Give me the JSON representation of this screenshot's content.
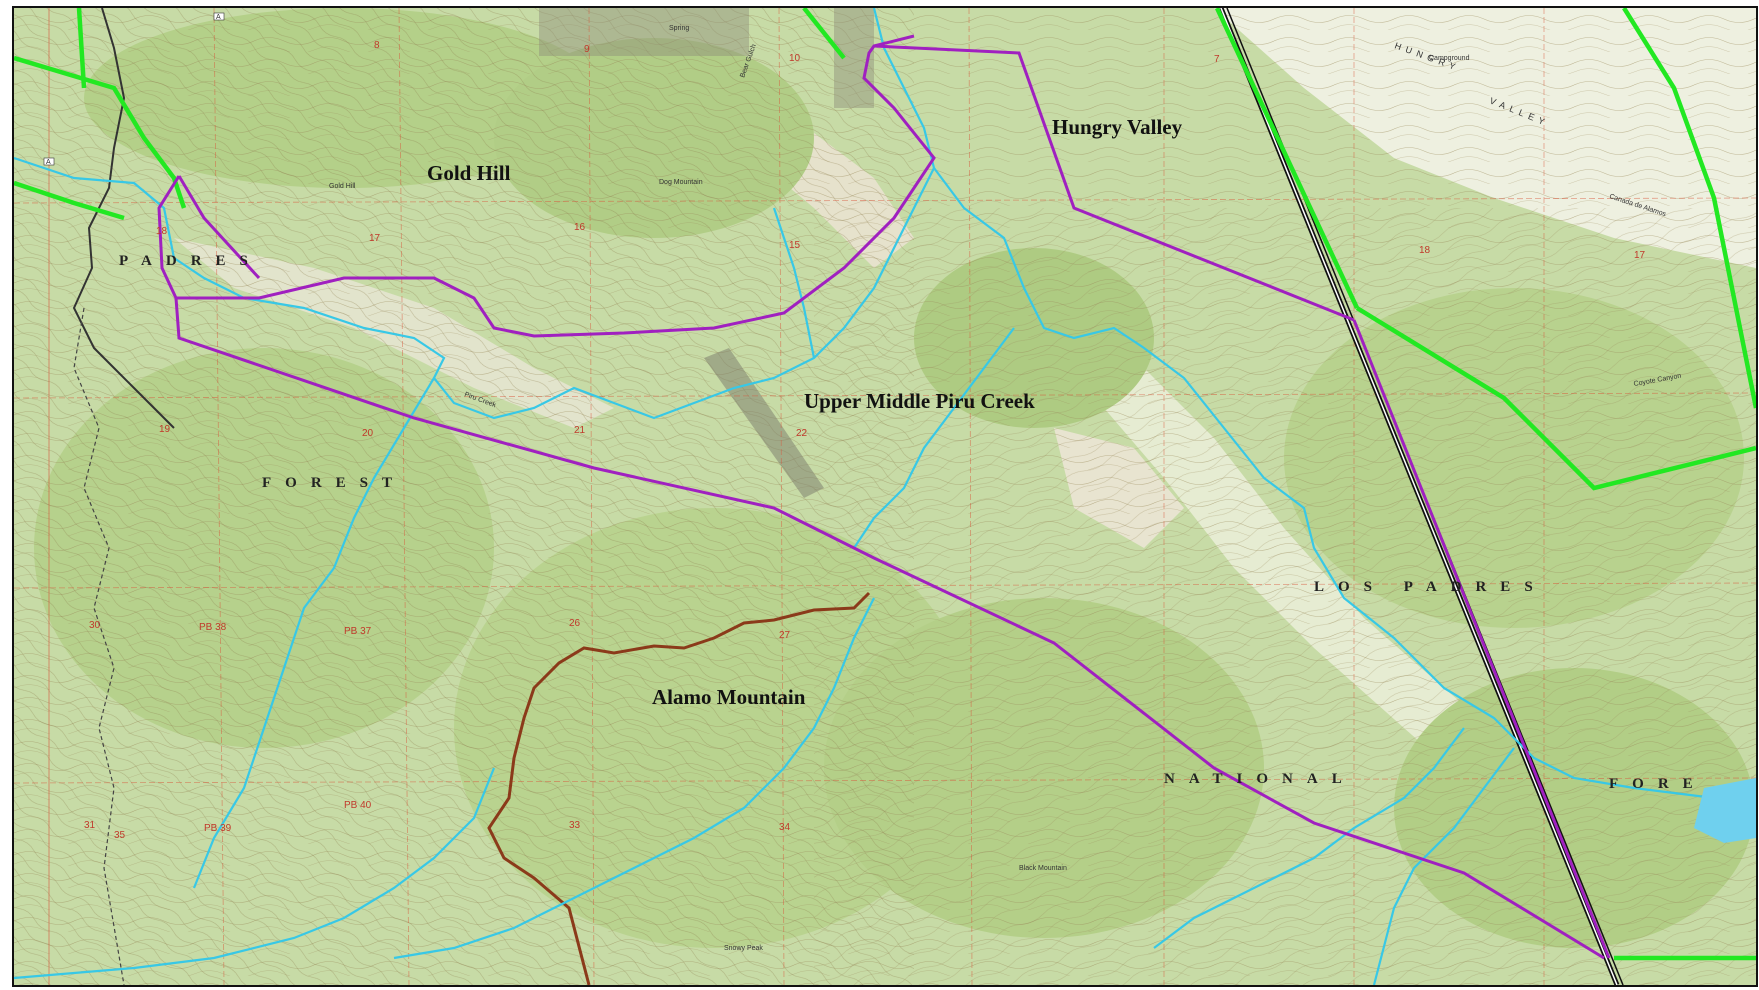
{
  "map": {
    "area_labels": {
      "gold_hill": "Gold Hill",
      "hungry_valley": "Hungry Valley",
      "upper_middle_piru": "Upper Middle Piru Creek",
      "alamo_mountain": "Alamo Mountain"
    },
    "forest_text": {
      "padres_left": "PADRES",
      "forest_left": "FOREST",
      "los_padres": "LOS PADRES",
      "national": "NATIONAL",
      "fore": "FORE"
    },
    "section_numbers": {
      "s7": "7",
      "s8": "8",
      "s9": "9",
      "s10": "10",
      "s15": "15",
      "s16": "16",
      "s17": "17",
      "s18": "18",
      "s19": "19",
      "s20": "20",
      "s21": "21",
      "s22": "22",
      "s26": "26",
      "s27": "27",
      "s28": "PB 38",
      "s29": "PB 37",
      "s30": "30",
      "s31": "31",
      "s33": "33",
      "s34": "34",
      "s35": "35",
      "s36": "PB 40",
      "s37": "PB 39",
      "s17b": "17",
      "s18b": "18"
    },
    "small_labels": {
      "gold_hill_small": "Gold Hill",
      "bear_gulch": "Bear Gulch",
      "dog_mountain": "Dog Mountain",
      "black_mountain": "Black Mountain",
      "snowy_peak": "Snowy Peak",
      "hungry_valley_text": "HUNGRY",
      "valley_text": "VALLEY",
      "canada_de_alamos": "Canada de Alamos",
      "coyote_canyon": "Coyote Canyon",
      "piru_creek": "Piru Creek",
      "campground": "Campground",
      "spring": "Spring"
    },
    "colors": {
      "terrain": "#c9dca8",
      "terrain_dark": "#a9c785",
      "contour": "#9a8a5a",
      "stream": "#38c8e6",
      "purple_boundary": "#a020c0",
      "green_boundary": "#22e822",
      "road_brown": "#8b3a1a",
      "highway": "#111111",
      "grid_red": "#d9553a"
    }
  }
}
